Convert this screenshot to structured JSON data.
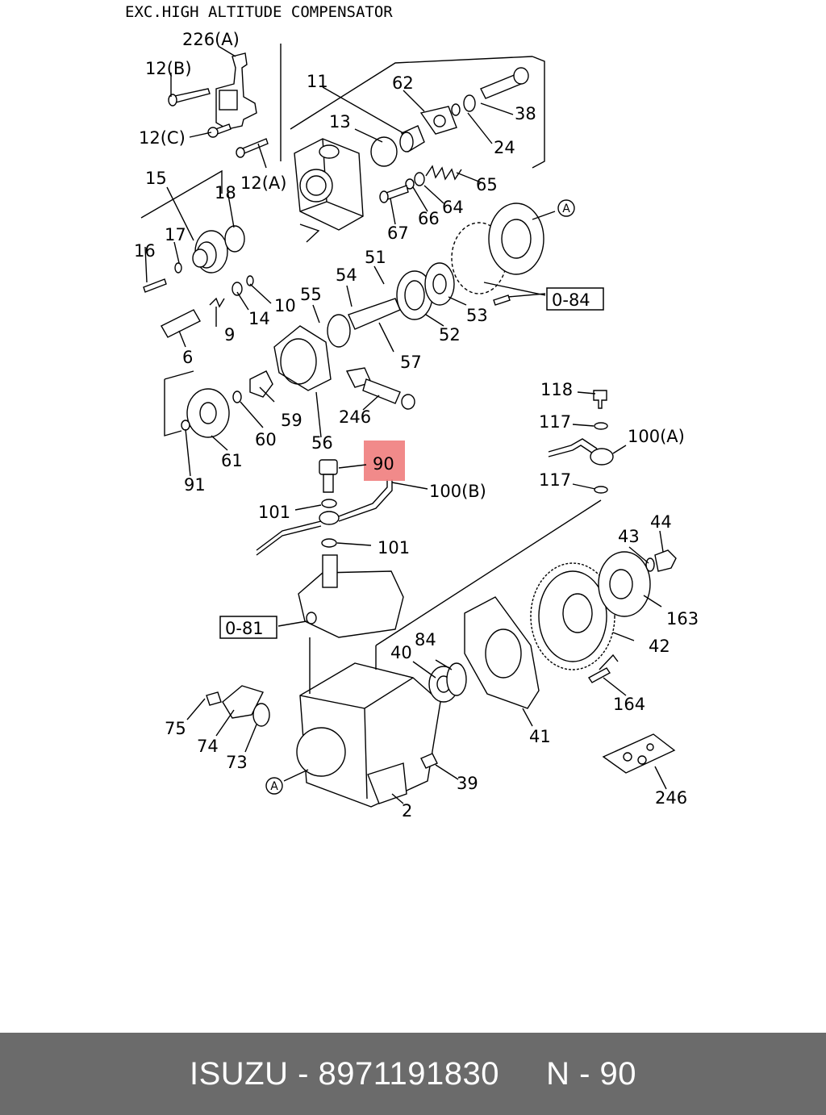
{
  "diagram": {
    "title": "EXC.HIGH ALTITUDE COMPENSATOR",
    "highlight_color": "#f08080",
    "callouts": [
      {
        "text": "226(A)"
      },
      {
        "text": "12(B)"
      },
      {
        "text": "12(C)"
      },
      {
        "text": "12(A)"
      },
      {
        "text": "11"
      },
      {
        "text": "13"
      },
      {
        "text": "62"
      },
      {
        "text": "38"
      },
      {
        "text": "24"
      },
      {
        "text": "65"
      },
      {
        "text": "64"
      },
      {
        "text": "66"
      },
      {
        "text": "67"
      },
      {
        "text": "15"
      },
      {
        "text": "18"
      },
      {
        "text": "16"
      },
      {
        "text": "17"
      },
      {
        "text": "14"
      },
      {
        "text": "10"
      },
      {
        "text": "9"
      },
      {
        "text": "6"
      },
      {
        "text": "54"
      },
      {
        "text": "51"
      },
      {
        "text": "55"
      },
      {
        "text": "57"
      },
      {
        "text": "52"
      },
      {
        "text": "53"
      },
      {
        "text": "0-84"
      },
      {
        "text": "59"
      },
      {
        "text": "246"
      },
      {
        "text": "56"
      },
      {
        "text": "60"
      },
      {
        "text": "61"
      },
      {
        "text": "91"
      },
      {
        "text": "118"
      },
      {
        "text": "117"
      },
      {
        "text": "100(A)"
      },
      {
        "text": "90"
      },
      {
        "text": "100(B)"
      },
      {
        "text": "117"
      },
      {
        "text": "101"
      },
      {
        "text": "101"
      },
      {
        "text": "44"
      },
      {
        "text": "43"
      },
      {
        "text": "163"
      },
      {
        "text": "0-81"
      },
      {
        "text": "42"
      },
      {
        "text": "40"
      },
      {
        "text": "84"
      },
      {
        "text": "164"
      },
      {
        "text": "75"
      },
      {
        "text": "74"
      },
      {
        "text": "73"
      },
      {
        "text": "41"
      },
      {
        "text": "39"
      },
      {
        "text": "2"
      },
      {
        "text": "246"
      },
      {
        "text": "A"
      },
      {
        "text": "A"
      }
    ]
  },
  "footer": {
    "brand": "ISUZU",
    "part_number": "8971191830",
    "ref": "N - 90",
    "text": "ISUZU - 8971191830     N - 90"
  }
}
